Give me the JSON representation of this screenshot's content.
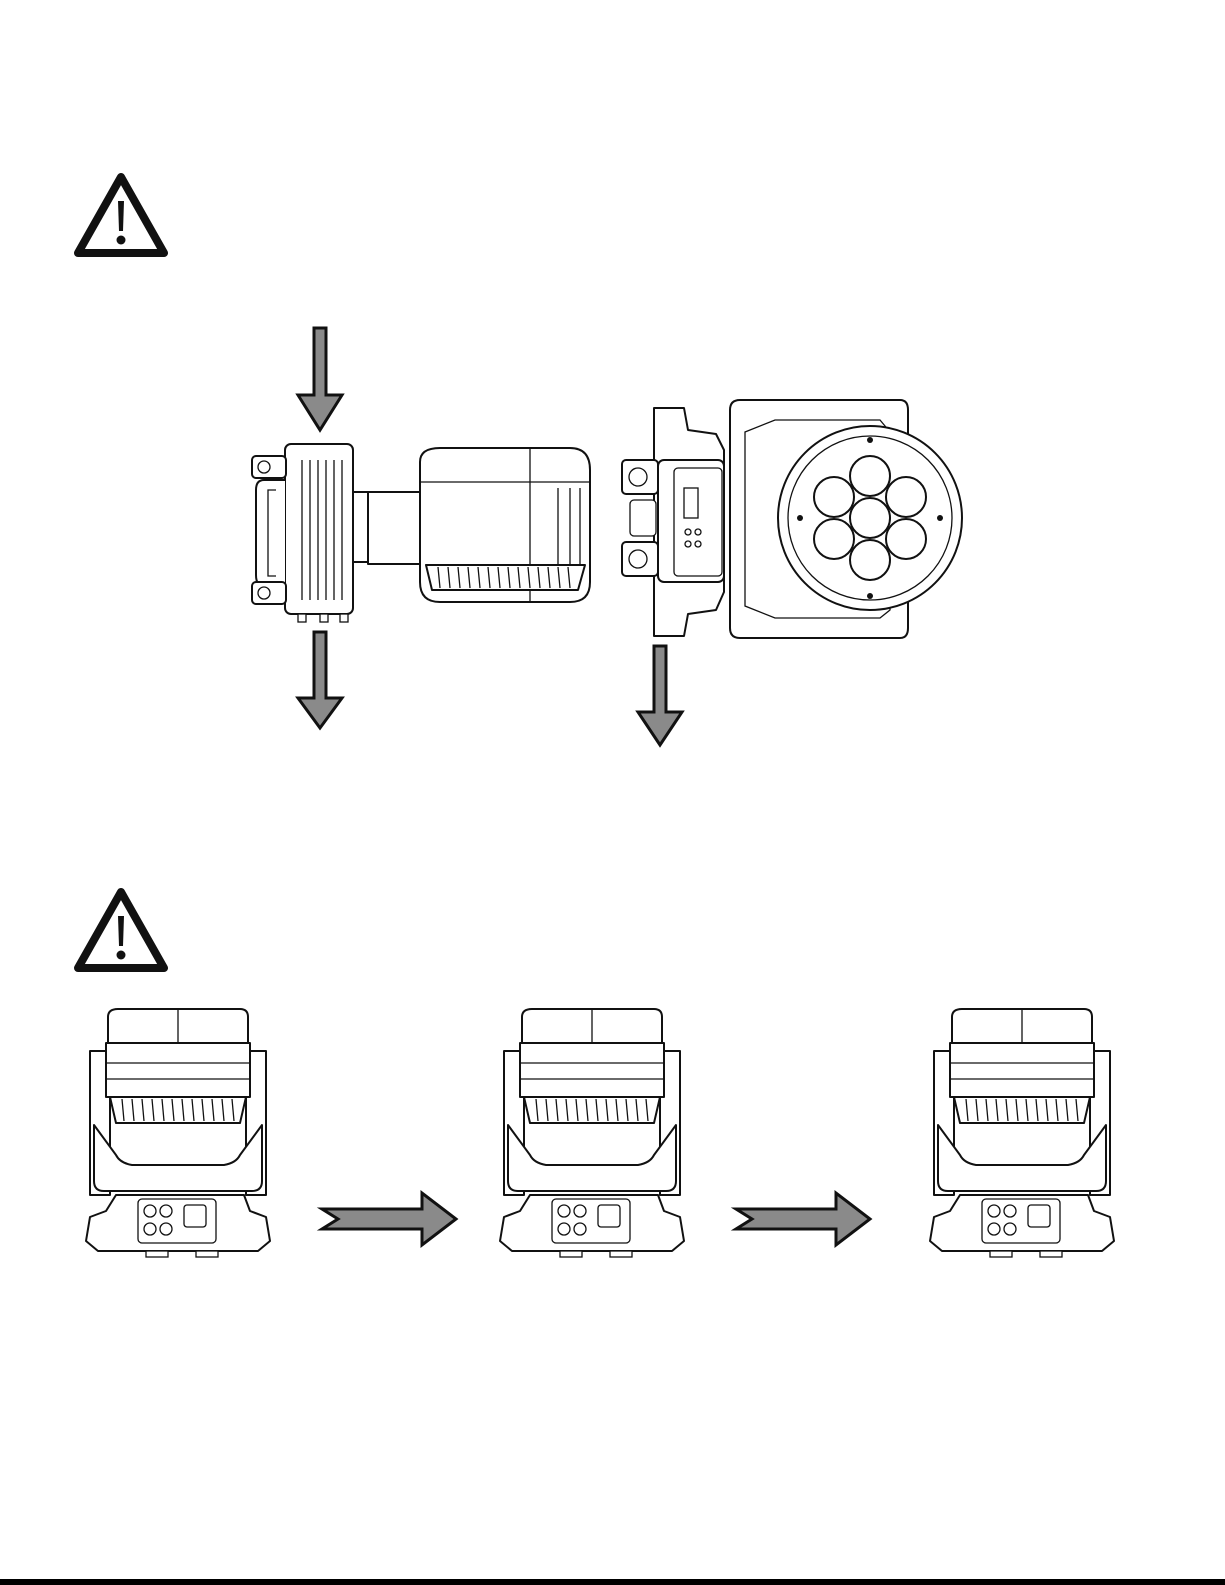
{
  "page": {
    "background": "#ffffff",
    "ink": "#111111",
    "arrow_fill": "#8a8a8a"
  },
  "warnings": [
    {
      "icon": "warning-triangle-icon"
    },
    {
      "icon": "warning-triangle-icon"
    }
  ],
  "figure_1": {
    "views": [
      "side-view",
      "back-view"
    ],
    "arrows": [
      "down-arrow",
      "down-arrow",
      "down-arrow"
    ],
    "lens_count": 7
  },
  "figure_2": {
    "fixtures": [
      "front-view",
      "front-view",
      "front-view"
    ],
    "arrows": [
      "right-arrow",
      "right-arrow"
    ]
  }
}
